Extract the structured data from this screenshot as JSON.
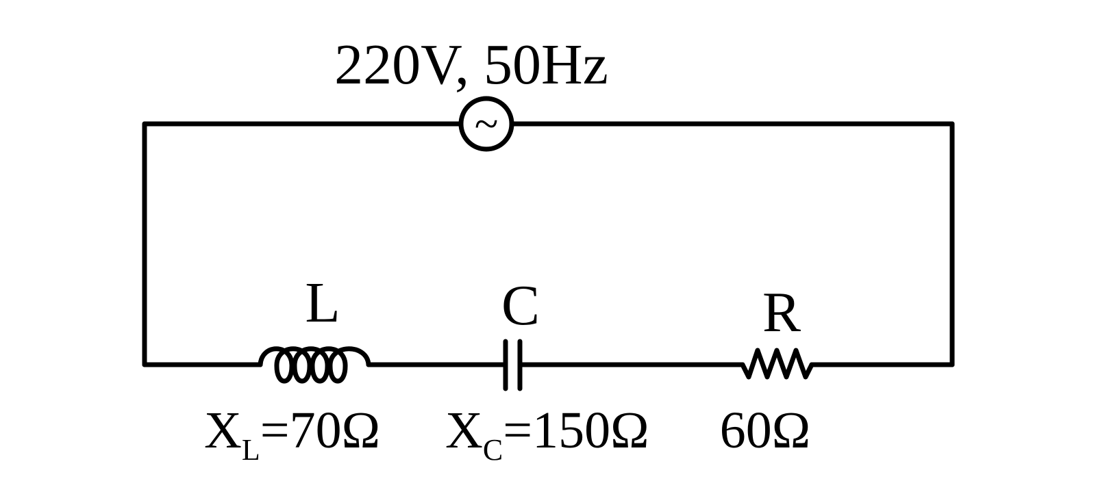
{
  "source": {
    "label": "220V, 50Hz",
    "symbol": "~"
  },
  "components": [
    {
      "id": "inductor",
      "label": "L",
      "value_main": "X",
      "value_sub": "L",
      "value_rest": "=70Ω"
    },
    {
      "id": "capacitor",
      "label": "C",
      "value_main": "X",
      "value_sub": "C",
      "value_rest": "=150Ω"
    },
    {
      "id": "resistor",
      "label": "R",
      "value": "60Ω"
    }
  ]
}
